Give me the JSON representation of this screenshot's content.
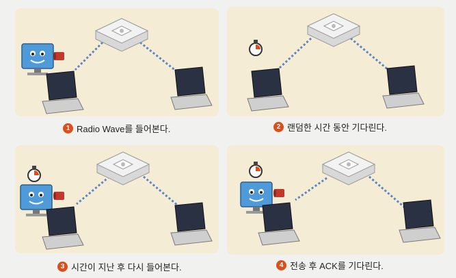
{
  "steps": [
    {
      "num": "1",
      "text": "Radio Wave를 들어본다."
    },
    {
      "num": "2",
      "text": "랜덤한 시간 동안 기다린다."
    },
    {
      "num": "3",
      "text": "시간이 지난 후 다시 들어본다."
    },
    {
      "num": "4",
      "text": "전송 후 ACK를 기다린다."
    }
  ],
  "colors": {
    "panel": "#f4ecd4",
    "accent": "#d9501e",
    "wave": "#5a86c2",
    "monitor": "#4f9bd9"
  }
}
